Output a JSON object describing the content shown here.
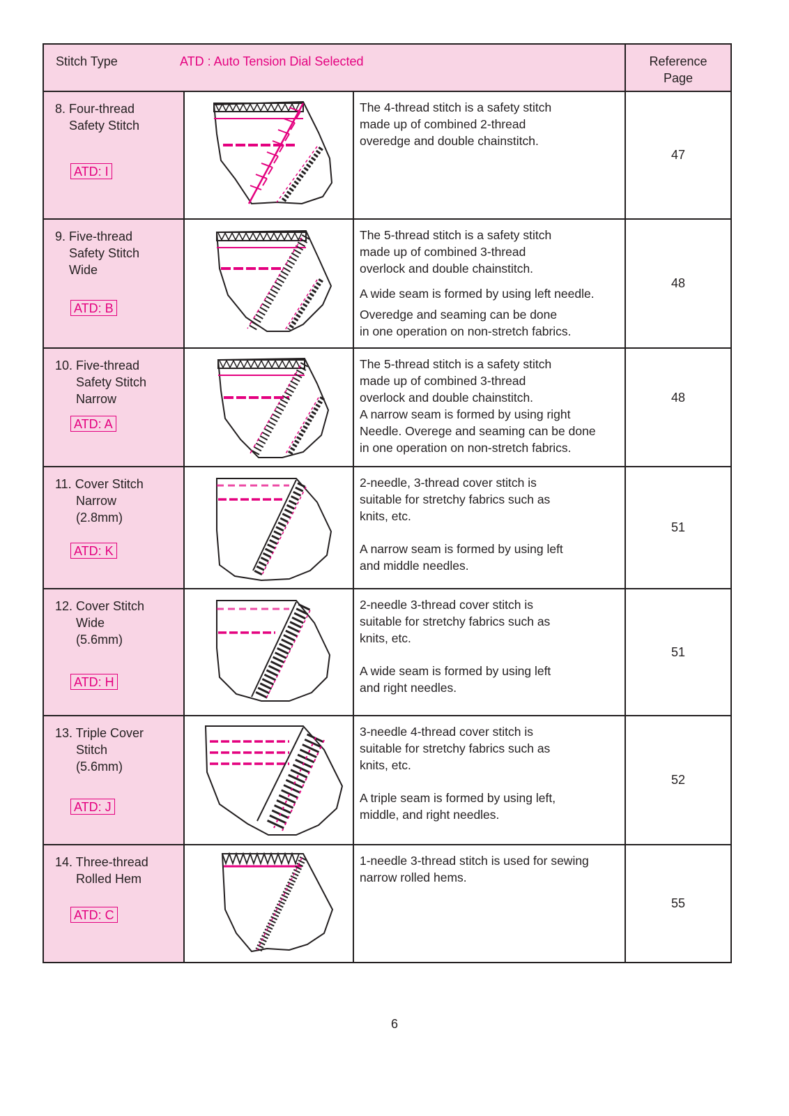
{
  "header": {
    "stitch_type_label": "Stitch Type",
    "atd_label": "ATD : Auto Tension Dial Selected",
    "reference_label_line1": "Reference",
    "reference_label_line2": "Page"
  },
  "colors": {
    "accent": "#e4007f",
    "cell_bg": "#f9d5e5",
    "line": "#231f20"
  },
  "rows": [
    {
      "name": "8. Four-thread\n    Safety Stitch",
      "atd": "ATD: I",
      "desc": [
        "The 4-thread stitch is a safety stitch\nmade up of combined 2-thread\noveredge and double chainstitch."
      ],
      "ref": "47"
    },
    {
      "name": "9. Five-thread\n    Safety Stitch\n    Wide",
      "atd": "ATD: B",
      "desc": [
        "The 5-thread stitch is a safety stitch\nmade up of combined 3-thread\noverlock and double chainstitch.",
        "A wide seam is formed by using left needle.",
        "Overedge and seaming can be done\nin one operation on non-stretch fabrics."
      ],
      "ref": "48"
    },
    {
      "name": "10. Five-thread\n      Safety Stitch\n      Narrow",
      "atd": "ATD: A",
      "desc": [
        "The 5-thread stitch is a safety stitch\nmade up of combined 3-thread\noverlock and double chainstitch.\nA narrow seam is formed by using right\nNeedle. Overege and seaming can be done\nin one operation on non-stretch fabrics."
      ],
      "ref": "48"
    },
    {
      "name": "11. Cover Stitch\n      Narrow\n      (2.8mm)",
      "atd": "ATD: K",
      "desc": [
        "2-needle, 3-thread cover stitch is\nsuitable for stretchy fabrics such as\nknits, etc.",
        "A narrow seam is formed by using left\nand middle needles."
      ],
      "ref": "51"
    },
    {
      "name": "12. Cover Stitch\n      Wide\n      (5.6mm)",
      "atd": "ATD: H",
      "desc": [
        "2-needle 3-thread cover stitch is\nsuitable for stretchy fabrics such as\nknits, etc.",
        "A wide seam is formed by using left\nand right needles."
      ],
      "ref": "51"
    },
    {
      "name": "13. Triple Cover\n      Stitch\n      (5.6mm)",
      "atd": "ATD: J",
      "desc": [
        "3-needle 4-thread cover stitch is\nsuitable for stretchy fabrics such as\nknits, etc.",
        "A triple seam is formed by using left,\nmiddle, and right needles."
      ],
      "ref": "52"
    },
    {
      "name": "14. Three-thread\n      Rolled Hem",
      "atd": "ATD: C",
      "desc": [
        "1-needle 3-thread stitch is used for sewing\nnarrow rolled hems."
      ],
      "ref": "55"
    }
  ],
  "page_number": "6"
}
